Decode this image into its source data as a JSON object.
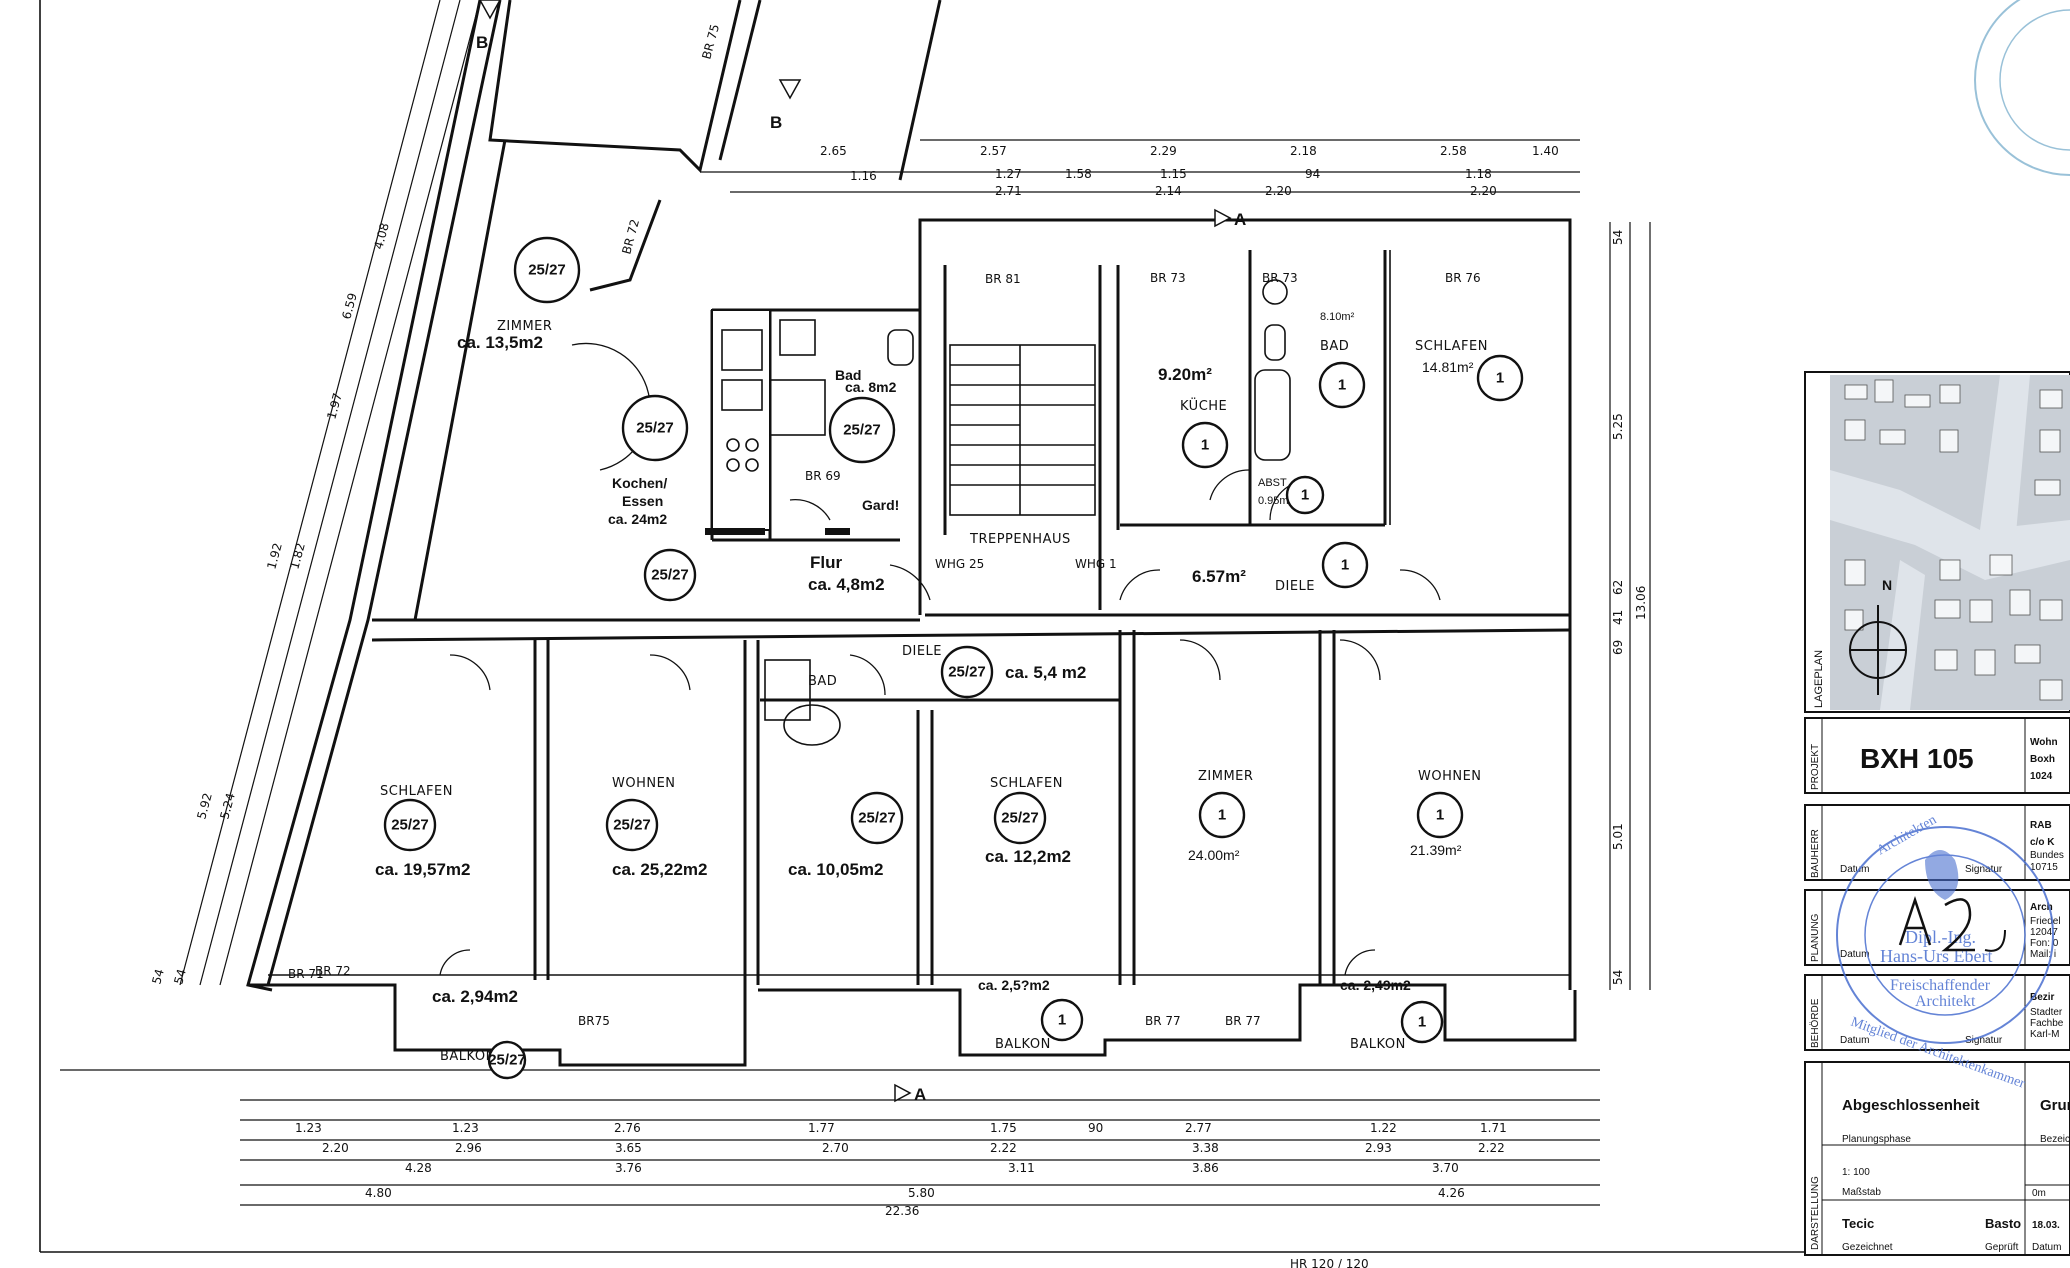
{
  "plan": {
    "section_marks": [
      "B",
      "B",
      "A",
      "A"
    ],
    "rooms": [
      {
        "label": "ZIMMER",
        "area": "ca. 13,5m2",
        "unit": "25/27"
      },
      {
        "label": "Kochen/",
        "label2": "Essen",
        "area": "ca. 24m2",
        "unit": "25/27"
      },
      {
        "label": "Bad",
        "area": "ca. 8m2",
        "unit": "25/27"
      },
      {
        "label": "Flur",
        "area": "ca. 4,8m2",
        "unit": "25/27"
      },
      {
        "label": "Gard!"
      },
      {
        "label": "TREPPENHAUS"
      },
      {
        "label": "KÜCHE",
        "area": "9.20m²",
        "unit": "1"
      },
      {
        "label": "BAD",
        "area": "8.10m²",
        "unit": "1"
      },
      {
        "label": "SCHLAFEN",
        "area": "14.81m²",
        "unit": "1"
      },
      {
        "label": "ABST",
        "area": "0.95m²",
        "unit": "1"
      },
      {
        "label": "DIELE",
        "area": "6.57m²",
        "unit": "1"
      },
      {
        "label": "SCHLAFEN",
        "area": "ca. 19,57m2",
        "unit": "25/27"
      },
      {
        "label": "WOHNEN",
        "area": "ca. 25,22m2",
        "unit": "25/27"
      },
      {
        "label": "BAD",
        "area": "ca. 10,05m2",
        "unit": "25/27"
      },
      {
        "label": "DIELE",
        "area": "ca. 5,4 m2",
        "unit": "25/27"
      },
      {
        "label": "SCHLAFEN",
        "area": "ca. 12,2m2",
        "unit": "25/27"
      },
      {
        "label": "ZIMMER",
        "area": "24.00m²",
        "unit": "1"
      },
      {
        "label": "WOHNEN",
        "area": "21.39m²",
        "unit": "1"
      },
      {
        "label": "BALKON",
        "area": "ca. 2,94m2",
        "unit": "25/27"
      },
      {
        "label": "BALKON",
        "area": "ca. 2,5?m2",
        "unit": "1"
      },
      {
        "label": "BALKON",
        "area": "ca. 2,49m2",
        "unit": "1"
      }
    ],
    "window_labels": [
      "BR 69",
      "BR 81",
      "BR 73",
      "BR 73",
      "BR 76",
      "BR 72",
      "BR 75",
      "BR 77",
      "BR 77",
      "BR75",
      "BR 72",
      "BR 71"
    ],
    "misc_labels": [
      "WHG 25",
      "WHG 1"
    ],
    "top_dims": [
      "2.65",
      "2.57",
      "2.29",
      "2.18",
      "2.58",
      "1.40",
      "2.71",
      "2.14",
      "2.20",
      "2.20",
      "1.16",
      "1.27",
      "1.58",
      "1.15",
      "94",
      "1.18"
    ],
    "bottom_dims": [
      "1.23",
      "1.23",
      "2.76",
      "1.77",
      "1.75",
      "90",
      "2.77",
      "1.22",
      "1.71",
      "2.20",
      "2.96",
      "3.65",
      "2.70",
      "2.22",
      "3.38",
      "2.93",
      "2.22",
      "4.28",
      "3.76",
      "3.11",
      "3.86",
      "3.70",
      "4.80",
      "5.80",
      "4.26",
      "22.36"
    ],
    "right_dims": [
      "54",
      "5.25",
      "62",
      "13.06",
      "69",
      "41",
      "5.01",
      "54"
    ],
    "left_dims": [
      "6.59",
      "4.08",
      "1.97",
      "1.92",
      "1.82",
      "5.92",
      "5.24",
      "54",
      "54"
    ]
  },
  "lageplan": {
    "label": "LAGEPLAN",
    "north": "N"
  },
  "title_block": {
    "projekt_label": "PROJEKT",
    "projekt_code": "BXH 105",
    "projekt_desc": [
      "Wohn",
      "Boxh",
      "1024"
    ],
    "bauherr_label": "BAUHERR",
    "bauherr_lines": [
      "RAB",
      "c/o K",
      "Bundes",
      "10715"
    ],
    "planung_label": "PLANUNG",
    "planung_lines": [
      "Arch",
      "Friedel",
      "12047",
      "Fon: 0",
      "Mail: i"
    ],
    "behoerde_label": "BEHÖRDE",
    "behoerde_lines": [
      "Bezir",
      "Stadter",
      "Fachbe",
      "Karl-M"
    ],
    "datum": "Datum",
    "signatur": "Signatur",
    "stamp_lines": [
      "Architekten",
      "Dipl.-Ing.",
      "Hans-Urs Ebert",
      "Freischaffender",
      "Architekt",
      "Mitglied der Architektenkammer"
    ],
    "handwriting": "A2",
    "phase_title": "Abgeschlossenheit",
    "phase_label": "Planungsphase",
    "grund": "Grun",
    "bezeich": "Bezeich",
    "scale": "1: 100",
    "scale_label": "Maßstab",
    "scale_value": "0m",
    "drawn_by": "Tecic",
    "drawn_label": "Gezeichnet",
    "checked_by": "Basto",
    "checked_label": "Geprüft",
    "date": "18.03.",
    "date_label": "Datum",
    "darstellung_label": "DARSTELLUNG"
  },
  "bottom_text": "HR 120 / 120"
}
